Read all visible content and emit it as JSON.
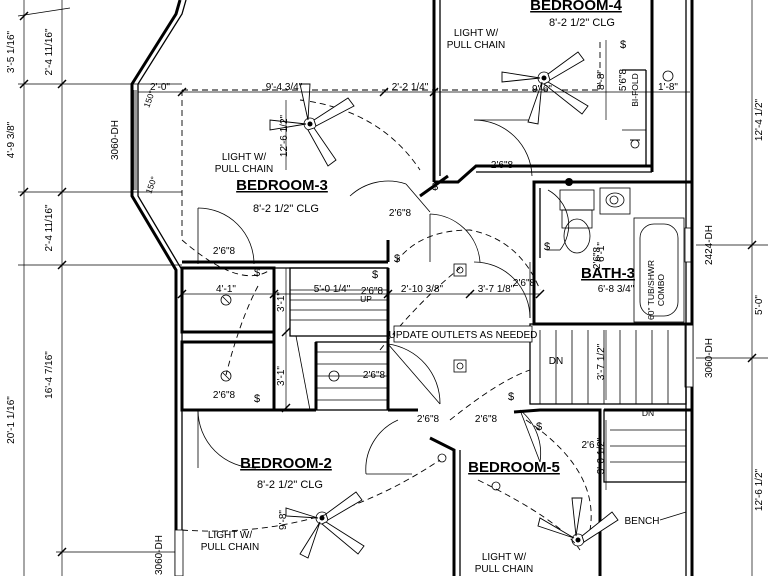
{
  "rooms": {
    "bedroom3": {
      "name": "BEDROOM-3",
      "clg": "8'-2 1/2\" CLG",
      "light": [
        "LIGHT W/",
        "PULL CHAIN"
      ],
      "fan_dim": "12'-6 1/2\"",
      "width": "9'-4 3/4\""
    },
    "bedroom4": {
      "name": "BEDROOM-4",
      "clg": "8'-2 1/2\" CLG",
      "light": [
        "LIGHT W/",
        "PULL CHAIN"
      ],
      "fan_dim": "9'-6\""
    },
    "bedroom2": {
      "name": "BEDROOM-2",
      "clg": "8'-2 1/2\" CLG",
      "light": [
        "LIGHT W/",
        "PULL CHAIN"
      ],
      "fan_dim": "9'-8\""
    },
    "bedroom5": {
      "name": "BEDROOM-5",
      "light": [
        "LIGHT W/",
        "PULL CHAIN"
      ]
    },
    "bath3": {
      "name": "BATH-3",
      "width": "6'-8 3/4\"",
      "tub": [
        "60\" TUB/SHWR",
        "COMBO"
      ]
    }
  },
  "notes": {
    "outlets": "UPDATE OUTLETS AS NEEDED",
    "bench": "BENCH",
    "bifold": "BI-FOLD",
    "up": "UP",
    "dn": "DN",
    "dn2": "DN"
  },
  "doors": [
    "2'6\"8",
    "2'6\"8",
    "2'6\"8",
    "2'6\"8",
    "2'6\"8",
    "2'6\"8",
    "2'6\"8",
    "2'6\"8",
    "2'6\"8",
    "2'6\"8",
    "5'6\"8",
    "2'6"
  ],
  "dims": {
    "d2_0": "2'-0\"",
    "d150a": "150°",
    "d150b": "150°",
    "d2_2": "2'-2 1/4\"",
    "d8_8": "8'-8\"",
    "d1_8": "1'-8\"",
    "d4_1": "4'-1\"",
    "d5_0q": "5'-0 1/4\"",
    "d2_10": "2'-10 3/8\"",
    "d3_7a": "3'-7 1/8\"",
    "d3_1a": "3'-1\"",
    "d3_1b": "3'-1\"",
    "d6_1": "6'-1\"",
    "d3_7b": "3'-7 1/2\"",
    "d3_0": "3'-0 1/2\"",
    "left1": "3'-5 1/16\"",
    "left2": "2'-4 11/16\"",
    "left3": "4'-9 3/8\"",
    "left4": "2'-4 11/16\"",
    "left5": "16'-4 7/16\"",
    "left6": "20'-1 1/16\"",
    "win1": "3060-DH",
    "win2": "3060-DH",
    "win3": "2424-DH",
    "win4": "3060-DH",
    "right1": "12'-4 1/2\"",
    "right2": "5'-0\"",
    "right3": "12'-6 1/2\""
  }
}
